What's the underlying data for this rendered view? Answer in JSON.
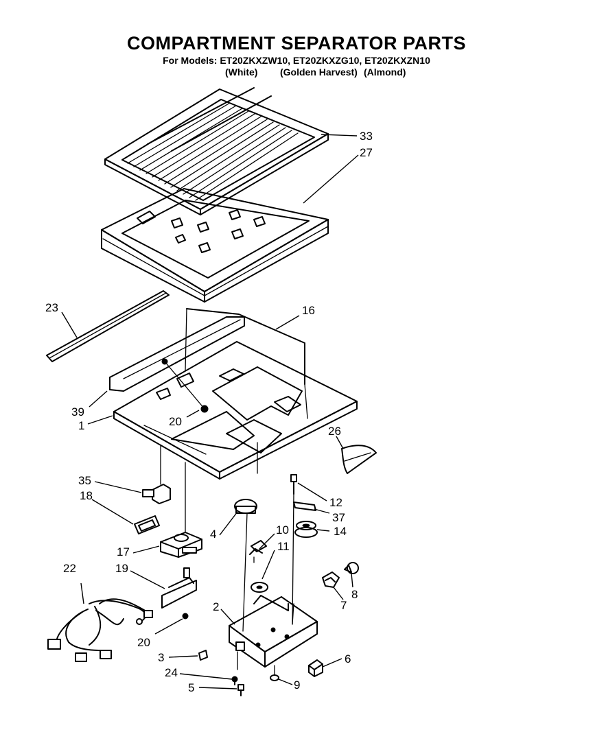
{
  "header": {
    "title": "COMPARTMENT SEPARATOR PARTS",
    "models_line": "For Models: ET20ZKXZW10, ET20ZKXZG10, ET20ZKXZN10",
    "colors": [
      "(White)",
      "(Golden Harvest)",
      "(Almond)"
    ]
  },
  "callouts": {
    "c33": "33",
    "c27": "27",
    "c23": "23",
    "c16": "16",
    "c39": "39",
    "c20a": "20",
    "c1": "1",
    "c26": "26",
    "c35": "35",
    "c18": "18",
    "c12": "12",
    "c37": "37",
    "c4": "4",
    "c10": "10",
    "c14": "14",
    "c11": "11",
    "c17": "17",
    "c22": "22",
    "c19": "19",
    "c8": "8",
    "c7": "7",
    "c2": "2",
    "c20b": "20",
    "c3": "3",
    "c6": "6",
    "c24": "24",
    "c9": "9",
    "c5": "5"
  }
}
